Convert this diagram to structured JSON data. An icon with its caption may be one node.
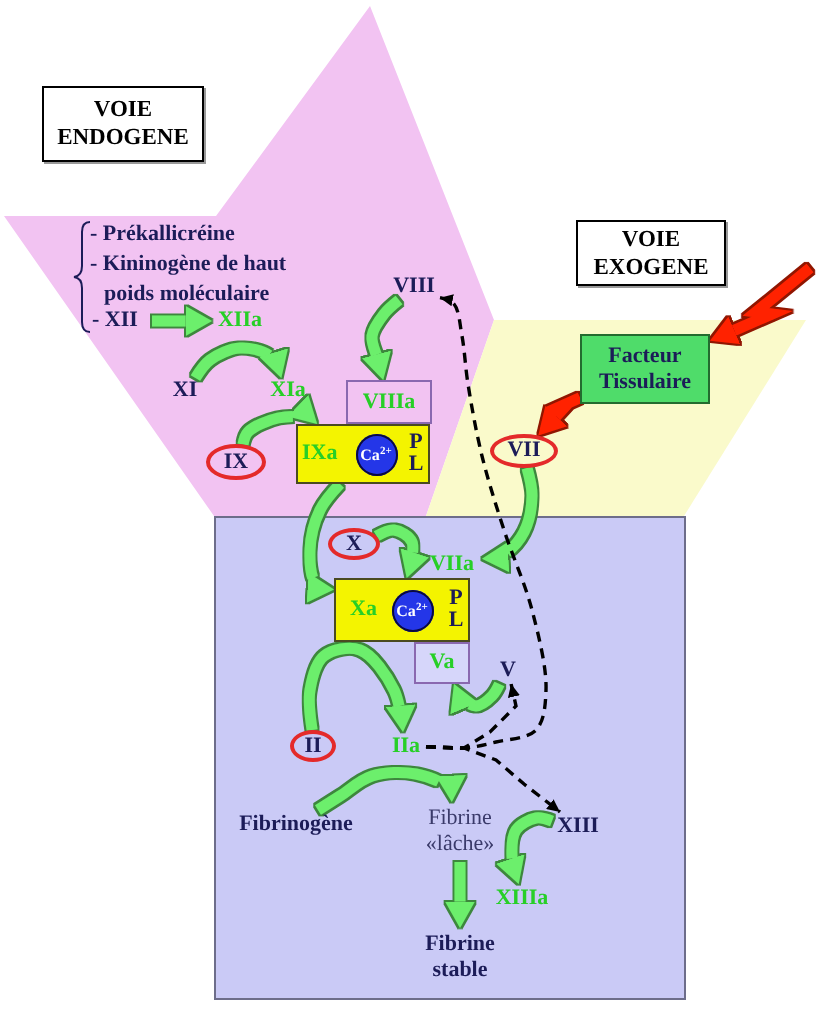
{
  "diagram": {
    "nodes": [
      {
        "text": [
          "VOIE ENDOGENE"
        ]
      },
      {
        "text": [],
        "shape": "polygon"
      },
      {
        "text": [
          "- XII"
        ],
        "in": 1
      },
      {
        "text": [
          "XIIa"
        ],
        "in": 1
      },
      {
        "text": [
          "XI"
        ],
        "in": 1
      },
      {
        "text": [
          "XIa"
        ],
        "in": 1
      },
      {
        "text": [
          "VIII"
        ],
        "in": 1
      },
      {
        "text": [
          "VIIIa"
        ],
        "in": 1
      },
      {
        "text": [
          "IX"
        ],
        "in": 1
      },
      {
        "text": [
          "IXa",
          "P L"
        ],
        "in": 1
      },
      {
        "text": [
          "Ca$^{2+}$"
        ],
        "in": 9
      },
      {
        "text": [
          "VOIE EXOGENE"
        ]
      },
      {
        "text": [],
        "shape": "parallelogram"
      },
      {
        "text": [
          "Facteur Tissulaire"
        ],
        "in": 12
      },
      {
        "text": [
          "VII"
        ],
        "in": 12
      },
      {
        "text": [],
        "shape": "box"
      },
      {
        "text": [
          "X"
        ],
        "in": 15
      },
      {
        "text": [
          "VIIa"
        ],
        "in": 15
      },
      {
        "text": [
          "Xa",
          "P L"
        ],
        "in": 15
      },
      {
        "text": [
          "Ca$^{2+}$"
        ],
        "in": 18
      },
      {
        "text": [
          "Va"
        ],
        "in": 15
      },
      {
        "text": [
          "V"
        ],
        "in": 15
      },
      {
        "text": [
          "II"
        ],
        "in": 15
      },
      {
        "text": [
          "IIa"
        ],
        "in": 15
      },
      {
        "text": [
          "Fibrinogène"
        ],
        "in": 15
      },
      {
        "text": [
          "Fibrine «lâche»"
        ],
        "in": 15
      },
      {
        "text": [
          "XIII"
        ],
        "in": 15
      },
      {
        "text": [
          "XIIIa"
        ],
        "in": 15
      },
      {
        "text": [
          "Fibrine stable"
        ],
        "in": 15
      }
    ],
    "edges": [
      {
        "from": 2,
        "to": 3,
        "arrow": "to"
      },
      {
        "from": 4,
        "to": 5,
        "arrow": "to"
      },
      {
        "from": 8,
        "to": 9,
        "arrow": "to"
      },
      {
        "from": 6,
        "to": 7,
        "arrow": "to"
      },
      {
        "from": 9,
        "to": 18,
        "arrow": "to"
      },
      {
        "from": 16,
        "to": 18,
        "arrow": "to"
      },
      {
        "from": 14,
        "to": 17,
        "arrow": "to"
      },
      {
        "from": 22,
        "to": 23,
        "arrow": "to"
      },
      {
        "from": 21,
        "to": 20,
        "arrow": "to"
      },
      {
        "from": 26,
        "to": 27,
        "arrow": "to"
      },
      {
        "from": 24,
        "to": 25,
        "arrow": "to"
      },
      {
        "from": 25,
        "to": 28,
        "arrow": "to"
      },
      {
        "from": 23,
        "to": 21,
        "arrow": "to",
        "style": "dashed",
        "color": "#000000"
      },
      {
        "from": 23,
        "to": 6,
        "arrow": "to",
        "style": "dashed",
        "color": "#000000"
      },
      {
        "from": 23,
        "to": 26,
        "arrow": "to",
        "style": "dashed",
        "color": "#000000"
      },
      {
        "from": null,
        "to": 13,
        "arrow": "to",
        "color": "#ff2200"
      },
      {
        "from": 13,
        "to": 14,
        "arrow": "to",
        "color": "#ff2200"
      }
    ],
    "labels": [
      "- Prékallicréine",
      "- Kininogène de haut poids moléculaire"
    ]
  }
}
